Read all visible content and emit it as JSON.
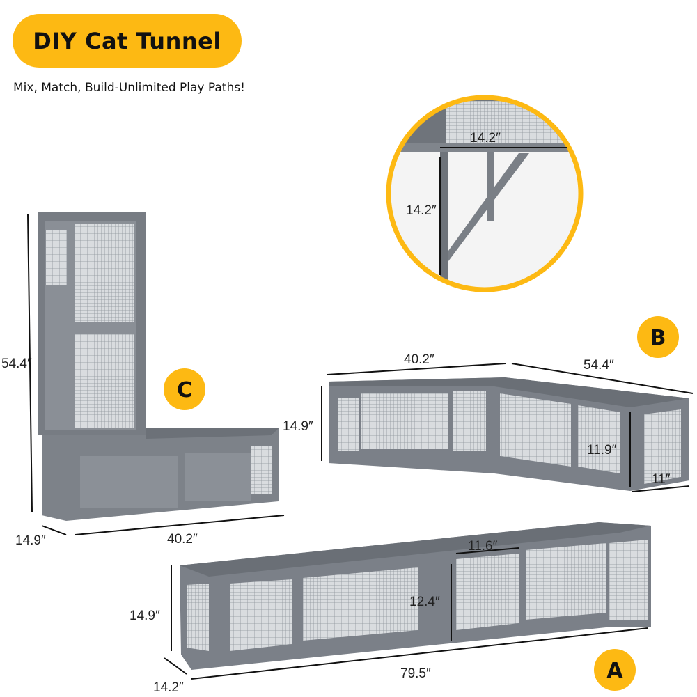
{
  "header": {
    "title": "DIY Cat Tunnel",
    "subtitle": "Mix, Match, Build-Unlimited Play Paths!"
  },
  "colors": {
    "accent": "#FDB913",
    "frame": "#7b8088",
    "mesh": "#9aa0a6"
  },
  "inset": {
    "width": "14.2″",
    "height": "14.2″"
  },
  "config_c": {
    "badge": "C",
    "height": "54.4″",
    "depth": "14.9″",
    "length": "40.2″"
  },
  "config_b": {
    "badge": "B",
    "length_left": "40.2″",
    "length_right": "54.4″",
    "height": "14.9″",
    "door_height": "11.9″",
    "door_width": "11″"
  },
  "config_a": {
    "badge": "A",
    "door_width": "11.6″",
    "door_height": "12.4″",
    "height": "14.9″",
    "depth": "14.2″",
    "length": "79.5″"
  }
}
